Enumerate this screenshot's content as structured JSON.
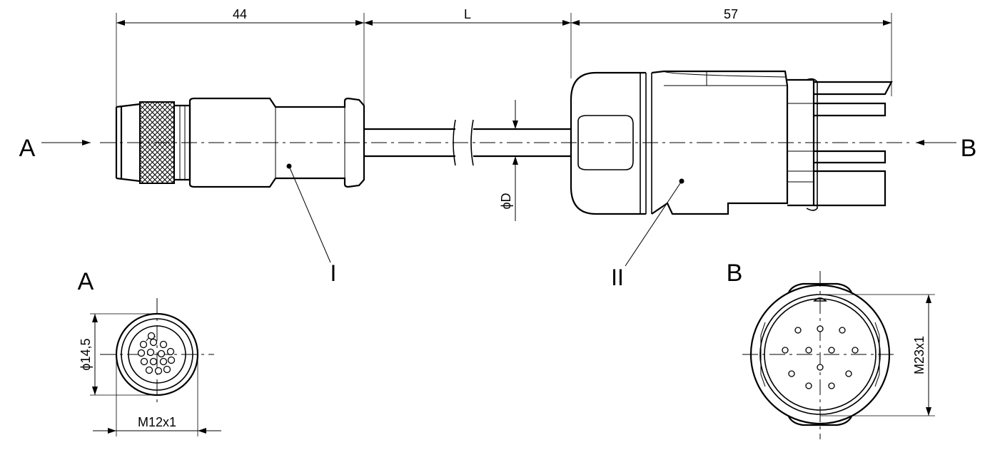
{
  "dimensions": {
    "left_length": "44",
    "cable_length": "L",
    "right_length": "57",
    "cable_diameter": "ϕD",
    "view_a_diameter": "ϕ14,5",
    "view_a_thread": "M12x1",
    "view_b_thread": "M23x1"
  },
  "view_labels": {
    "arrow_a": "A",
    "arrow_b": "B",
    "section_a_title": "A",
    "section_b_title": "B"
  },
  "callouts": {
    "part_1": "I",
    "part_2": "II"
  }
}
